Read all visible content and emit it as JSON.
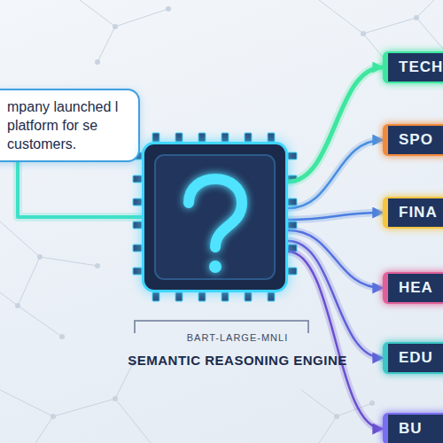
{
  "diagram": {
    "nodes": [
      {
        "text": [
          "mpany launched l platform for se customers."
        ]
      },
      {
        "text": [
          "BART-LARGE-MNLI",
          "SEMANTIC REASONING ENGINE"
        ]
      },
      {
        "text": [
          "TECH"
        ]
      },
      {
        "text": [
          "SPO"
        ]
      },
      {
        "text": [
          "FINA"
        ]
      },
      {
        "text": [
          "HEA"
        ]
      },
      {
        "text": [
          "EDU"
        ]
      },
      {
        "text": [
          "BU"
        ]
      }
    ],
    "edges": [
      {
        "from": 0,
        "to": 1,
        "arrow": "none"
      },
      {
        "from": 1,
        "to": 2,
        "arrow": "to"
      },
      {
        "from": 1,
        "to": 3,
        "arrow": "to"
      },
      {
        "from": 1,
        "to": 4,
        "arrow": "to"
      },
      {
        "from": 1,
        "to": 5,
        "arrow": "to"
      },
      {
        "from": 1,
        "to": 6,
        "arrow": "to"
      },
      {
        "from": 1,
        "to": 7,
        "arrow": "to"
      }
    ]
  }
}
